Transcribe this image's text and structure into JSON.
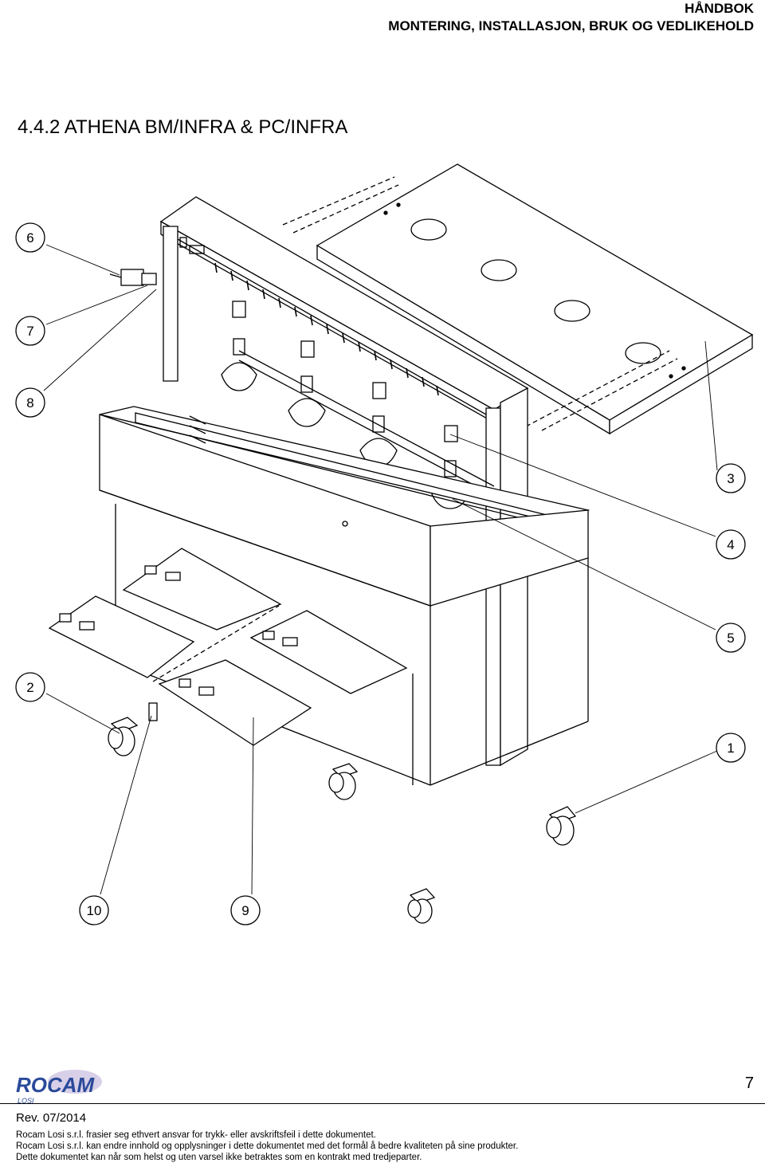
{
  "header": {
    "title": "HÅNDBOK",
    "subtitle": "MONTERING, INSTALLASJON, BRUK OG VEDLIKEHOLD"
  },
  "section": {
    "title": "4.4.2 ATHENA BM/INFRA & PC/INFRA"
  },
  "callouts": [
    "1",
    "2",
    "3",
    "4",
    "5",
    "6",
    "7",
    "8",
    "9",
    "10"
  ],
  "footer": {
    "logo_text": "ROCAM",
    "logo_subtext": "LOSI",
    "page_number": "7",
    "revision": "Rev. 07/2014",
    "lines": [
      "Rocam Losi s.r.l. frasier seg ethvert ansvar for trykk- eller avskriftsfeil i dette dokumentet.",
      "Rocam Losi s.r.l. kan endre innhold og opplysninger i dette dokumentet med det formål å bedre kvaliteten på sine produkter.",
      "Dette dokumentet kan når som helst og uten varsel ikke betraktes som en kontrakt med tredjeparter."
    ]
  },
  "colors": {
    "ink": "#000000",
    "logo_blue": "#2a4a9a",
    "logo_purple": "#6a3a8a"
  }
}
